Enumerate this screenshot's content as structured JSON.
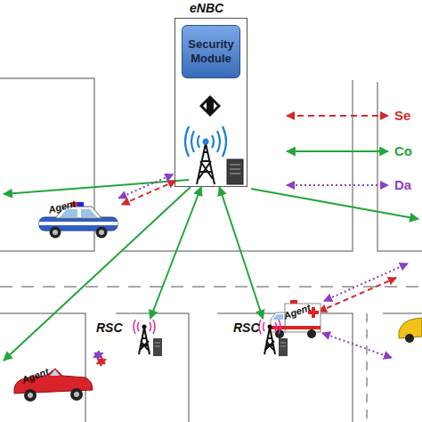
{
  "diagram": {
    "nodes": [
      {
        "text": [
          "eNBC"
        ]
      },
      {
        "text": [
          "Security Module"
        ],
        "in": 0
      },
      {
        "text": [
          "Agent"
        ]
      },
      {
        "text": [
          "Agent"
        ]
      },
      {
        "text": [
          "RSC"
        ]
      },
      {
        "text": [
          "RSC"
        ]
      },
      {
        "text": [
          "Agent"
        ]
      }
    ],
    "edges": [
      {
        "from": 0,
        "to": 2,
        "arrow": "both"
      },
      {
        "from": 2,
        "to": 0,
        "arrow": "both"
      },
      {
        "from": 0,
        "to": 4,
        "arrow": "both"
      },
      {
        "from": 0,
        "to": 5,
        "arrow": "both"
      },
      {
        "from": 6,
        "to": 4,
        "arrow": "both"
      },
      {
        "from": 6,
        "to": 4,
        "arrow": "both"
      }
    ],
    "legend": [
      {
        "text": "Se"
      },
      {
        "text": "Co"
      },
      {
        "text": "Da"
      }
    ]
  }
}
